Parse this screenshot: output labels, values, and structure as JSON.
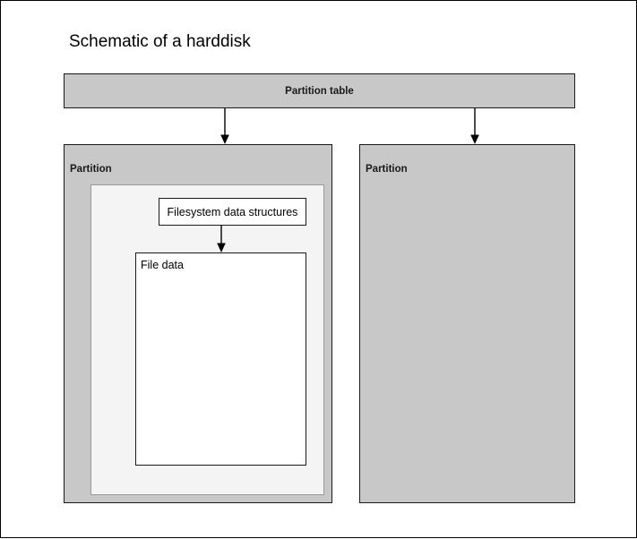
{
  "diagram": {
    "title": "Schematic of a harddisk",
    "colors": {
      "box_fill_gray": "#c8c8c8",
      "box_fill_light": "#f4f4f4",
      "box_fill_white": "#ffffff",
      "border_dark": "#1a1a1a",
      "border_gray": "#9a9a9a",
      "page_border": "#000000",
      "text": "#000000"
    },
    "partition_table": {
      "label": "Partition table"
    },
    "partitions": [
      {
        "label": "Partition",
        "filesystem_data_structures": {
          "label": "Filesystem data structures"
        },
        "file_data": {
          "label": "File data"
        }
      },
      {
        "label": "Partition"
      }
    ],
    "arrows": [
      {
        "name": "partition-table-to-partition-1"
      },
      {
        "name": "partition-table-to-partition-2"
      },
      {
        "name": "filesystem-data-to-file-data"
      }
    ]
  }
}
